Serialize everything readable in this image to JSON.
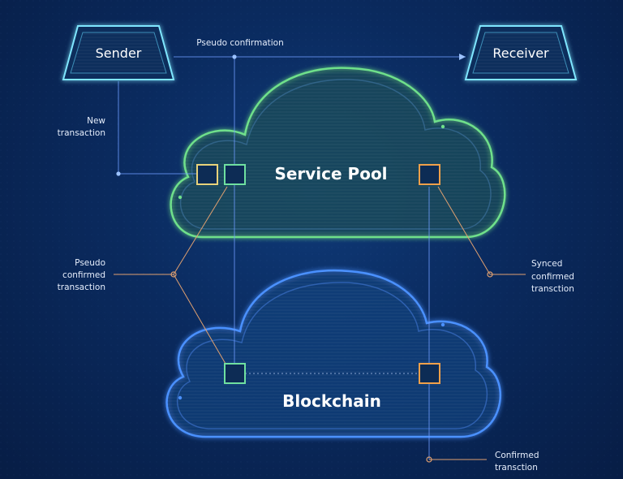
{
  "nodes": {
    "sender": "Sender",
    "receiver": "Receiver"
  },
  "clouds": {
    "service_pool": "Service Pool",
    "blockchain": "Blockchain"
  },
  "annotations": {
    "pseudo_confirmation": "Pseudo confirmation",
    "new_transaction": [
      "New",
      "transaction"
    ],
    "pseudo_confirmed_transaction": [
      "Pseudo",
      "confirmed",
      "transaction"
    ],
    "synced_confirmed_transaction": [
      "Synced",
      "confirmed",
      "transction"
    ],
    "confirmed_transaction": [
      "Confirmed",
      "transction"
    ]
  },
  "colors": {
    "background": "#0a2a5e",
    "service_pool_glow": "#6ee08a",
    "blockchain_glow": "#4a90ff",
    "node_cyan": "#7fe6ff",
    "square_yellow": "#e8d27a",
    "square_green": "#6fe0a0",
    "square_orange": "#f0a04a",
    "line_blue": "#6f9cff",
    "line_orange": "#e0a070"
  }
}
